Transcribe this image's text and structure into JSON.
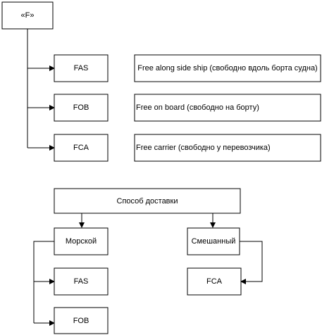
{
  "top_group": {
    "root": "«F»",
    "terms": [
      {
        "code": "FAS",
        "description": "Free along side ship (свободно вдоль борта судна)"
      },
      {
        "code": "FOB",
        "description": "Free on board (свободно на борту)"
      },
      {
        "code": "FCA",
        "description": "Free carrier (свободно у перевозчика)"
      }
    ]
  },
  "bottom_group": {
    "header": "Способ доставки",
    "sea": {
      "label": "Морской",
      "terms": [
        "FAS",
        "FOB"
      ]
    },
    "mixed": {
      "label": "Смешанный",
      "terms": [
        "FCA"
      ]
    }
  },
  "colors": {
    "stroke": "#000000",
    "fill": "#ffffff"
  }
}
